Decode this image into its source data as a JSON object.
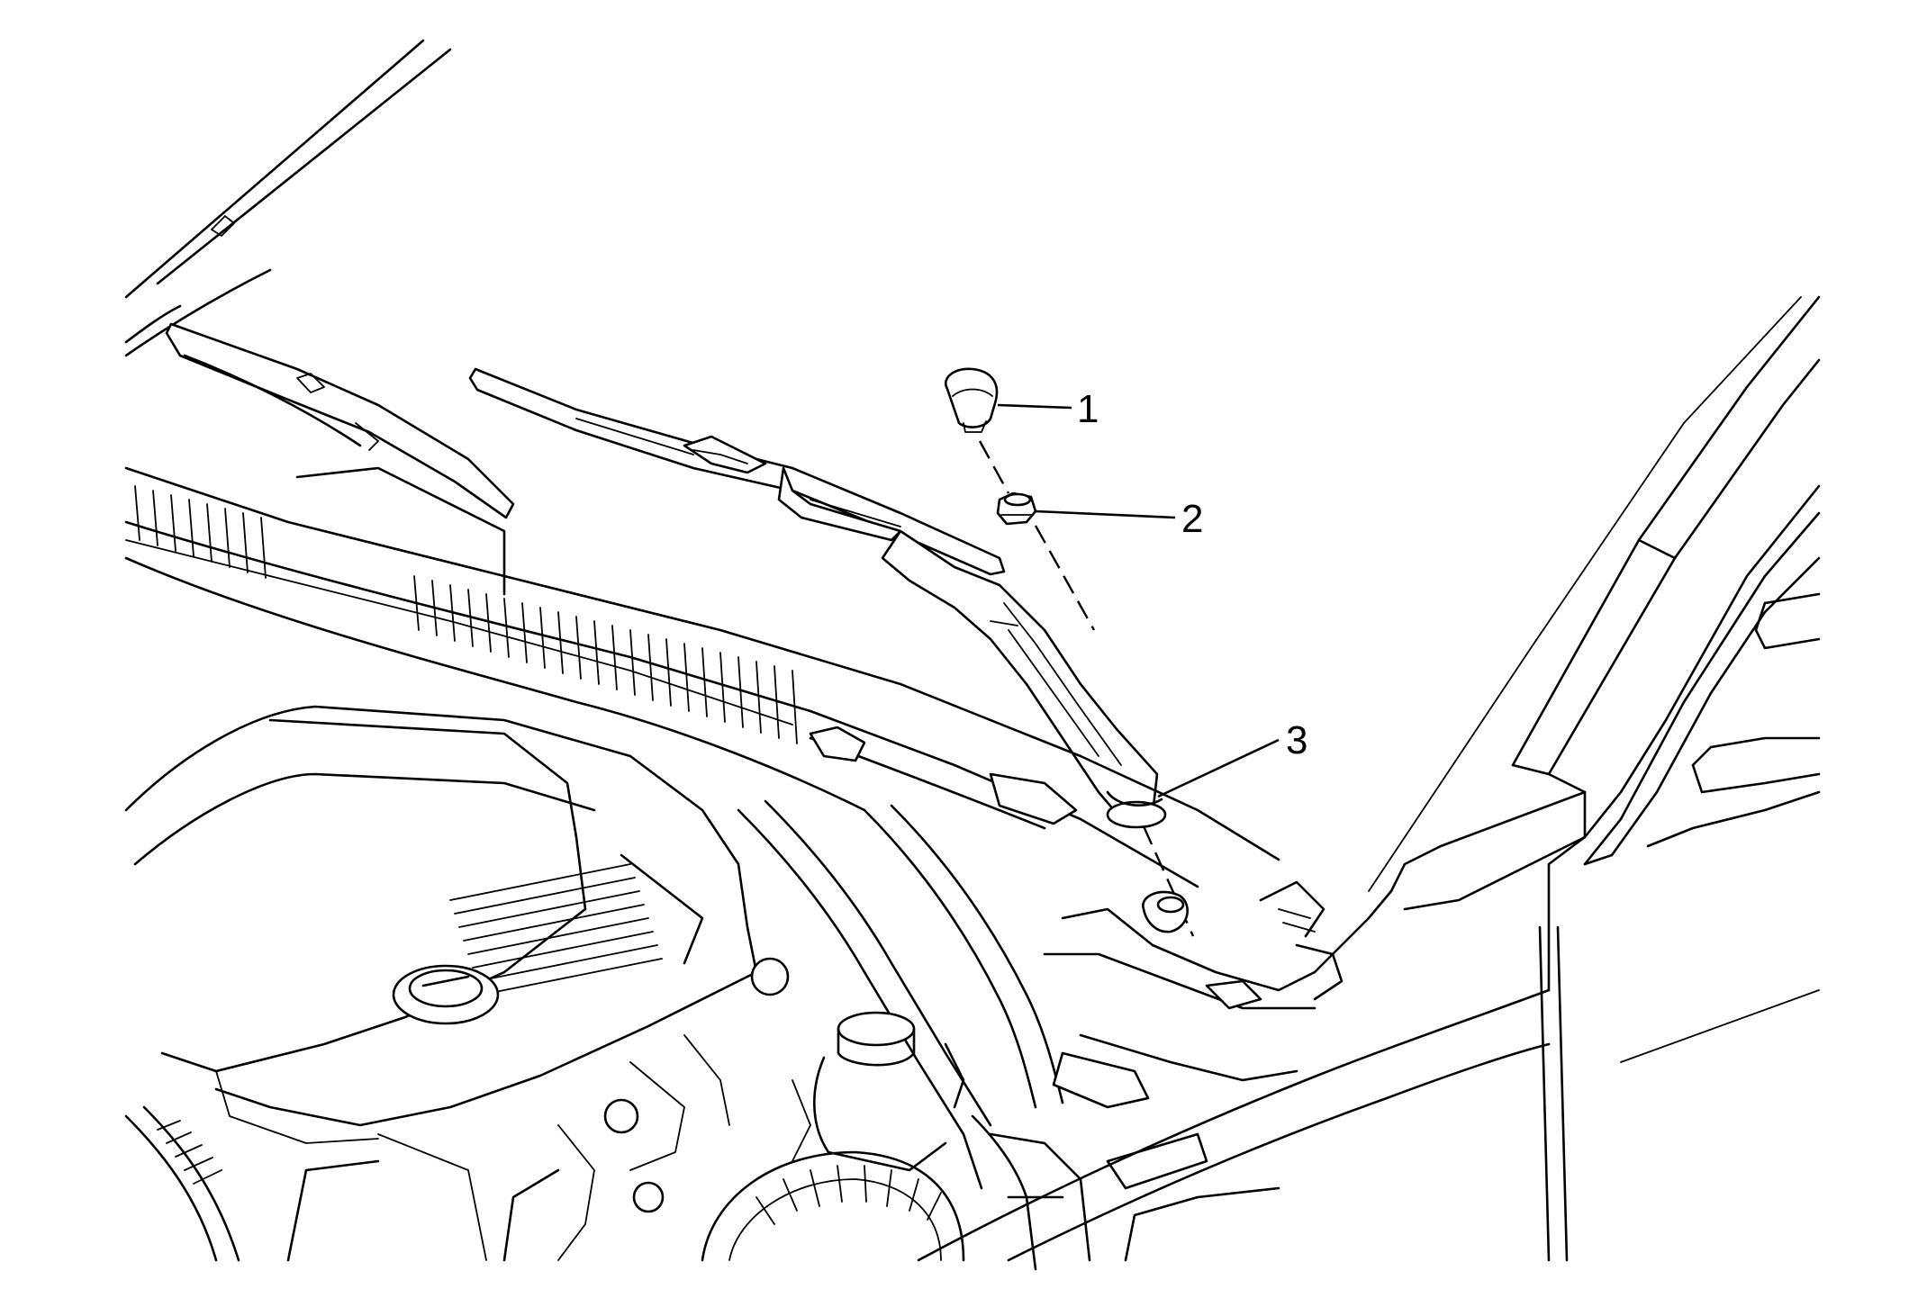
{
  "callouts": [
    {
      "id": "1",
      "label": "1",
      "part": "cap"
    },
    {
      "id": "2",
      "label": "2",
      "part": "nut"
    },
    {
      "id": "3",
      "label": "3",
      "part": "wiper-arm"
    }
  ]
}
